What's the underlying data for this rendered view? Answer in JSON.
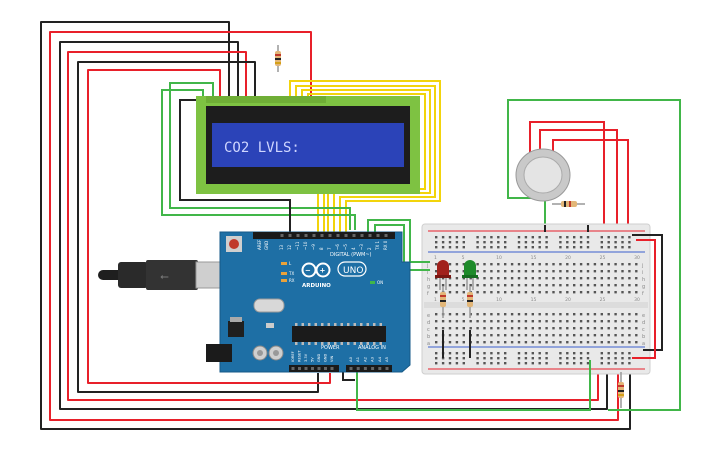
{
  "lcd": {
    "text": "CO2 LVLS:"
  },
  "arduino": {
    "brand": "ARDUINO",
    "model": "UNO",
    "digital_label": "DIGITAL (PWM~)",
    "power_label": "POWER",
    "analog_label": "ANALOG IN",
    "on_label": "ON",
    "tx_label": "TX",
    "rx_label": "RX",
    "l_label": "L",
    "aref_label": "AREF",
    "gnd_label": "GND",
    "digital_pins": [
      "13",
      "12",
      "~11",
      "~10",
      "~9",
      "8",
      "7",
      "~6",
      "~5",
      "4",
      "~3",
      "2",
      "TX 1",
      "RX 0"
    ],
    "power_pins": [
      "IOREF",
      "RESET",
      "3.3V",
      "5V",
      "GND",
      "GND",
      "VIN"
    ],
    "analog_pins": [
      "A0",
      "A1",
      "A2",
      "A3",
      "A4",
      "A5"
    ]
  },
  "breadboard": {
    "row_letters_top": [
      "j",
      "i",
      "h",
      "g",
      "f"
    ],
    "row_letters_bottom": [
      "e",
      "d",
      "c",
      "b",
      "a"
    ],
    "column_numbers": [
      "1",
      "5",
      "10",
      "15",
      "20",
      "25",
      "30"
    ]
  },
  "colors": {
    "wire_red": "#e8202a",
    "wire_black": "#222222",
    "wire_green": "#41b649",
    "wire_yellow": "#f2d40c",
    "board_blue": "#1e6fa5",
    "lcd_green": "#7ec242",
    "lcd_screen": "#2b43b8",
    "breadboard": "#e9e9e9"
  }
}
